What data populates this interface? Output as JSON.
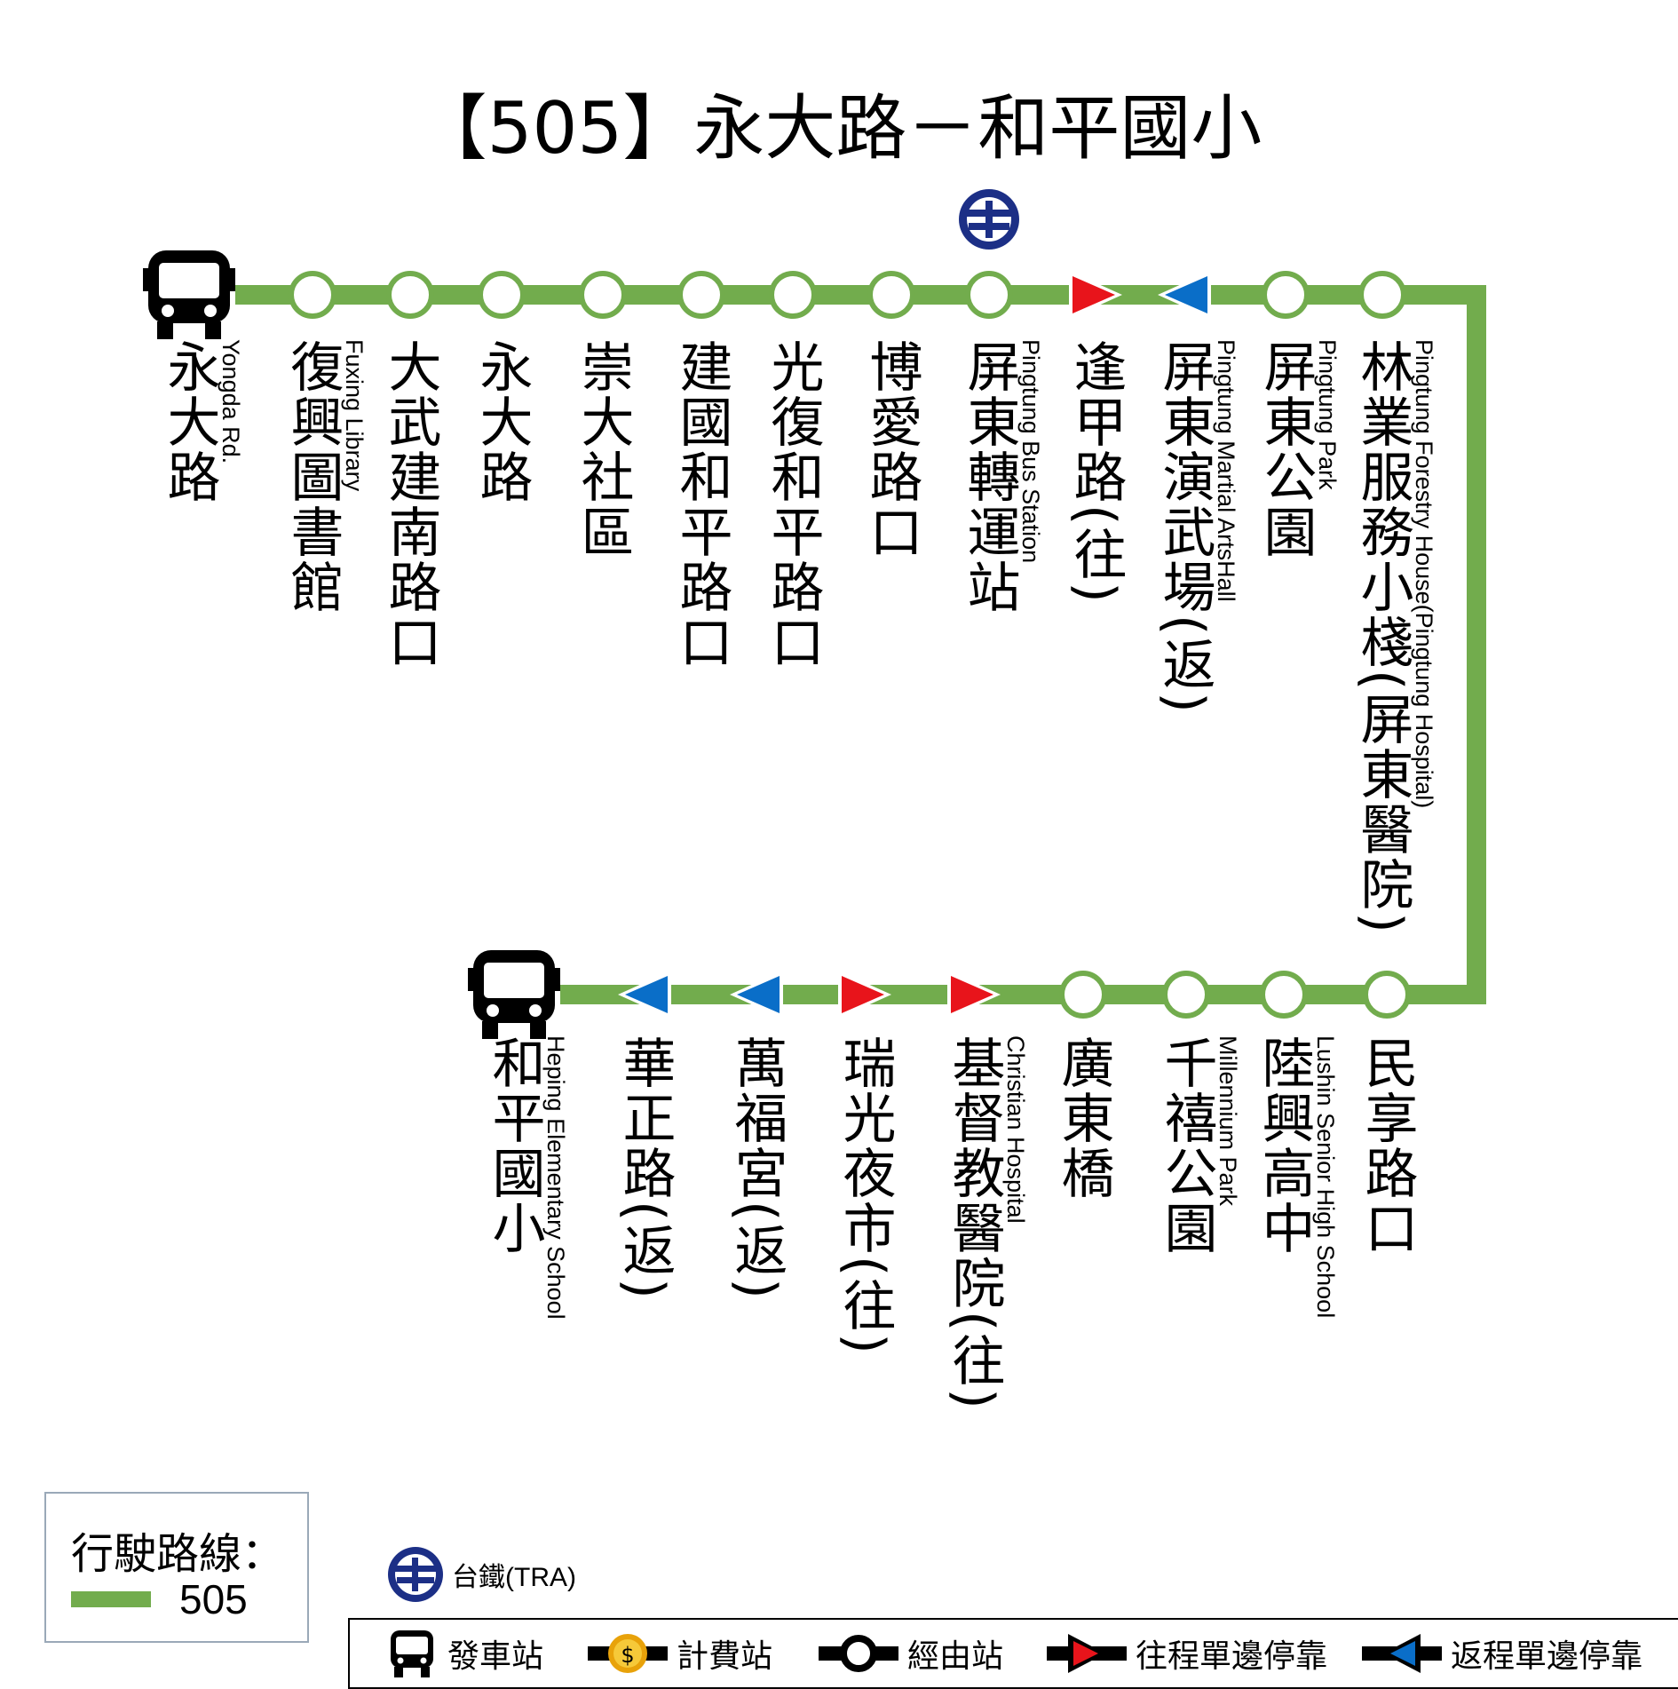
{
  "title": "【505】永大路－和平國小",
  "route_color": "#72ac4d",
  "outbound_color": "#e8141b",
  "return_color": "#0a6ec8",
  "tra_color": "#1c2f86",
  "upper_stops": [
    {
      "zh": "永大路",
      "en": "Yongda Rd.",
      "marker": "terminal"
    },
    {
      "zh": "復興圖書館",
      "en": "Fuxing Library",
      "marker": "circle"
    },
    {
      "zh": "大武建南路口",
      "en": "",
      "marker": "circle"
    },
    {
      "zh": "永大路",
      "en": "",
      "marker": "circle"
    },
    {
      "zh": "崇大社區",
      "en": "",
      "marker": "circle"
    },
    {
      "zh": "建國和平路口",
      "en": "",
      "marker": "circle"
    },
    {
      "zh": "光復和平路口",
      "en": "",
      "marker": "circle"
    },
    {
      "zh": "博愛路口",
      "en": "",
      "marker": "circle"
    },
    {
      "zh": "屏東轉運站",
      "en": "Pingtung Bus Station",
      "marker": "circle",
      "tra": true
    },
    {
      "zh": "逢甲路(往)",
      "en": "",
      "marker": "outbound"
    },
    {
      "zh": "屏東演武場(返)",
      "en": "Pingtung Martial ArtsHall",
      "marker": "return"
    },
    {
      "zh": "屏東公園",
      "en": "Pingtung Park",
      "marker": "circle"
    },
    {
      "zh": "林業服務小棧(屏東醫院)",
      "en": "Pingtung Forestry House(Pingtung Hospital)",
      "marker": "circle"
    }
  ],
  "lower_stops": [
    {
      "zh": "民享路口",
      "en": "",
      "marker": "circle"
    },
    {
      "zh": "陸興高中",
      "en": "Lushin Senior High School",
      "marker": "circle"
    },
    {
      "zh": "千禧公園",
      "en": "Millennium Park",
      "marker": "circle"
    },
    {
      "zh": "廣東橋",
      "en": "",
      "marker": "circle"
    },
    {
      "zh": "基督教醫院(往)",
      "en": "Christian Hospital",
      "marker": "outbound"
    },
    {
      "zh": "瑞光夜市(往)",
      "en": "",
      "marker": "outbound"
    },
    {
      "zh": "萬福宮(返)",
      "en": "",
      "marker": "return"
    },
    {
      "zh": "華正路(返)",
      "en": "",
      "marker": "return"
    },
    {
      "zh": "和平國小",
      "en": "Heping Elementary School",
      "marker": "terminal"
    }
  ],
  "legend": {
    "route_label": "行駛路線：",
    "route_number": "505",
    "tra_label": "台鐵(TRA)",
    "keys": [
      {
        "icon": "bus",
        "label": "發車站"
      },
      {
        "icon": "fare",
        "label": "計費站"
      },
      {
        "icon": "stop",
        "label": "經由站"
      },
      {
        "icon": "outbound",
        "label": "往程單邊停靠"
      },
      {
        "icon": "return",
        "label": "返程單邊停靠"
      }
    ]
  }
}
